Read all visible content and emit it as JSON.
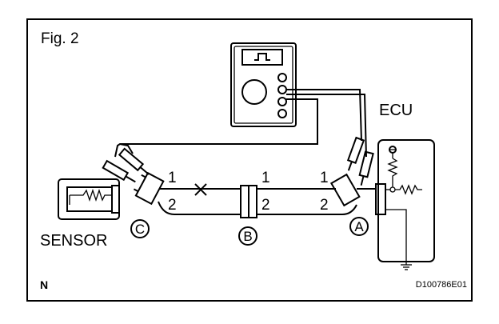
{
  "figure": {
    "title": "Fig. 2",
    "bottom_left_mark": "N",
    "drawing_code": "D100786E01"
  },
  "labels": {
    "ecu": "ECU",
    "sensor": "SENSOR",
    "connector_a": "A",
    "connector_b": "B",
    "connector_c": "C"
  },
  "pins": {
    "c_pin1": "1",
    "c_pin2": "2",
    "b_pin1": "1",
    "b_pin2": "2",
    "a_pin1": "1",
    "a_pin2": "2"
  },
  "meter": {
    "display_symbol_icon": "square-pulse-icon"
  },
  "open_circuit_mark": "cross-mark-icon"
}
